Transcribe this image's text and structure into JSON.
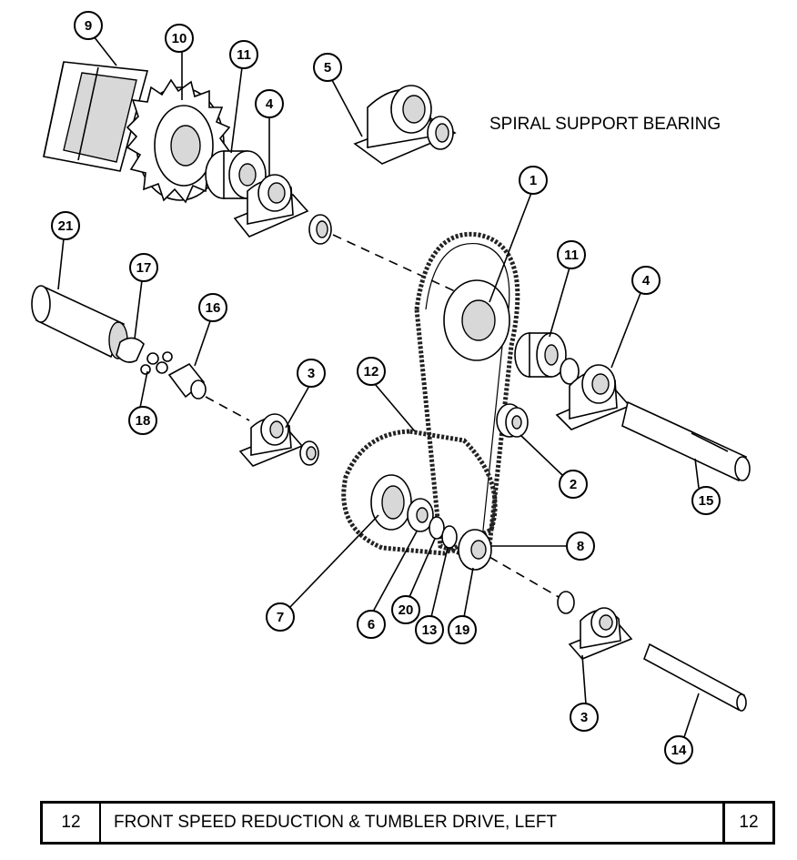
{
  "diagram": {
    "note_label": "SPIRAL SUPPORT BEARING",
    "callouts": [
      "1",
      "2",
      "3",
      "3",
      "4",
      "4",
      "5",
      "6",
      "7",
      "8",
      "9",
      "10",
      "11",
      "11",
      "12",
      "13",
      "14",
      "15",
      "16",
      "17",
      "18",
      "19",
      "20",
      "21"
    ]
  },
  "footer": {
    "left_number": "12",
    "title": "FRONT SPEED REDUCTION & TUMBLER DRIVE, LEFT",
    "right_number": "12"
  }
}
